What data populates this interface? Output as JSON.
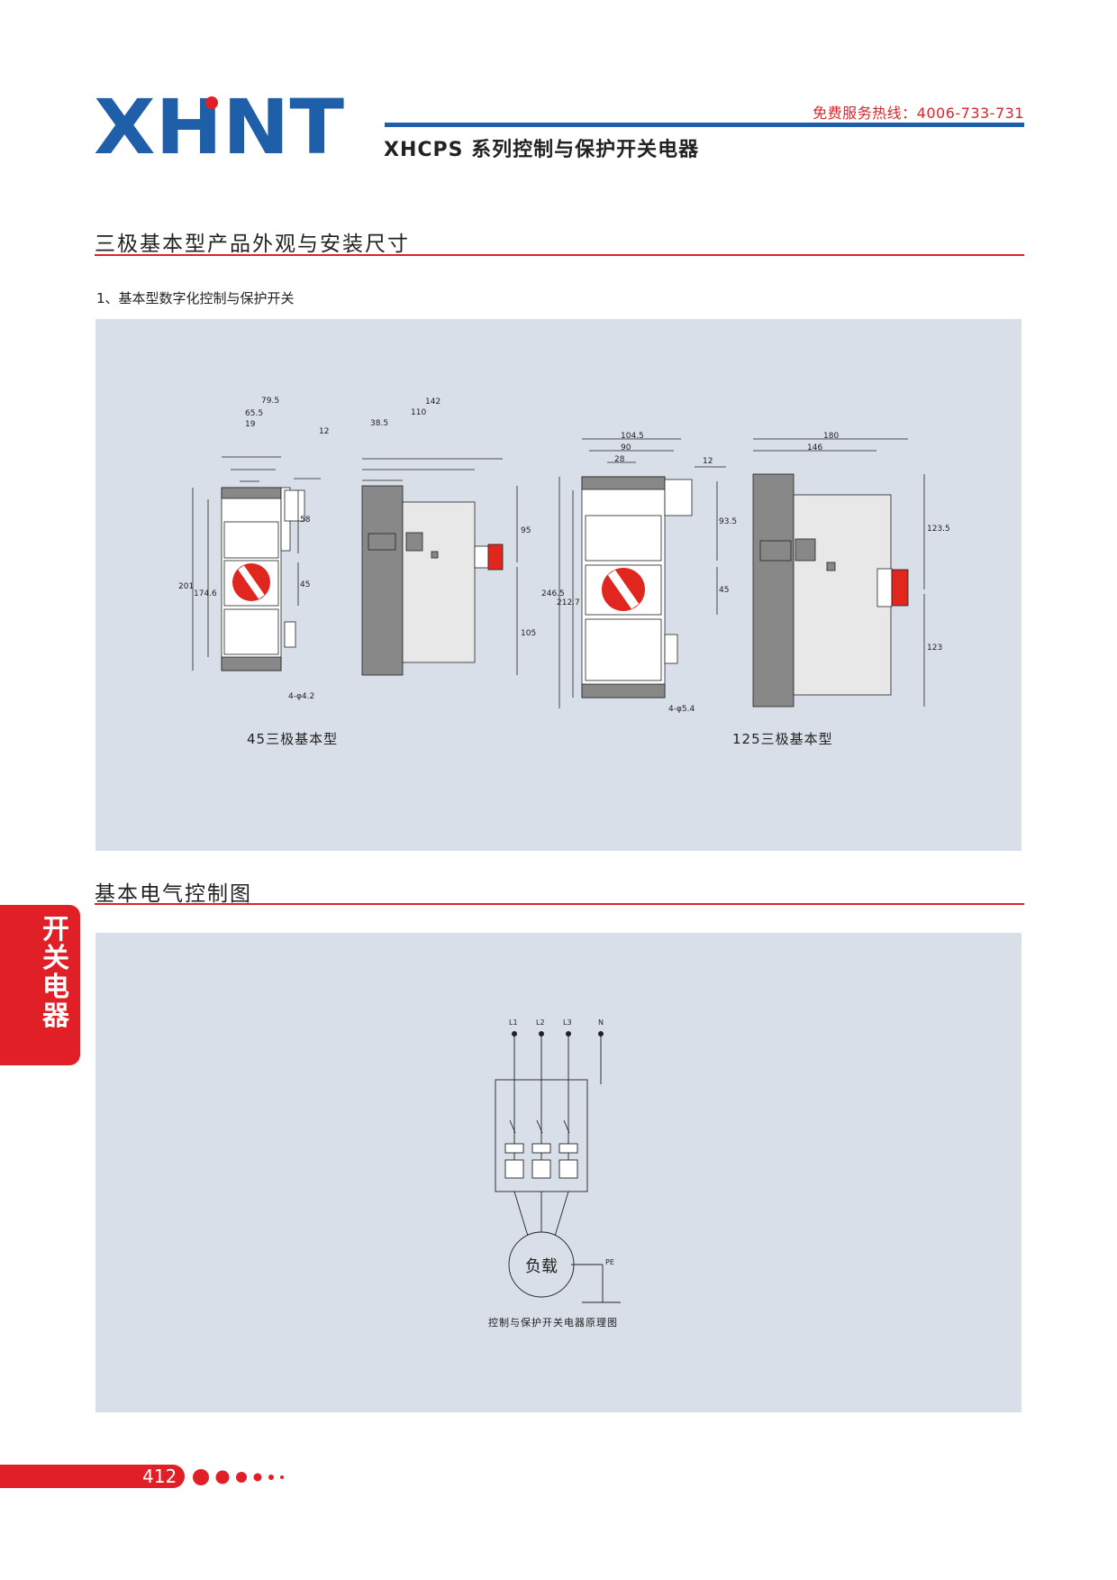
{
  "header": {
    "logo_text": "XHNT",
    "hotline": "免费服务热线：4006-733-731",
    "doc_title": "XHCPS  系列控制与保护开关电器"
  },
  "section1": {
    "title": "三极基本型产品外观与安装尺寸",
    "subtitle": "1、基本型数字化控制与保护开关",
    "left_caption": "45三极基本型",
    "right_caption": "125三极基本型",
    "dims_45": {
      "top": [
        "79.5",
        "65.5",
        "19",
        "12"
      ],
      "side_top": [
        "142",
        "110",
        "38.5"
      ],
      "vertical": [
        "201",
        "174.6",
        "58",
        "45",
        "95",
        "105"
      ],
      "hole": "4-φ4.2"
    },
    "dims_125": {
      "top": [
        "104.5",
        "90",
        "28",
        "12"
      ],
      "side_top": [
        "180",
        "146"
      ],
      "vertical": [
        "246.5",
        "212.7",
        "93.5",
        "45",
        "123.5",
        "123"
      ],
      "hole": "4-φ5.4"
    }
  },
  "section2": {
    "title": "基本电气控制图",
    "labels": [
      "L1",
      "L2",
      "L3",
      "N"
    ],
    "load": "负载",
    "pe": "PE",
    "caption": "控制与保护开关电器原理图"
  },
  "side_tab": "开关电器",
  "footer": {
    "page": "412"
  },
  "colors": {
    "brand_blue": "#1f5ea8",
    "accent_red": "#d9252b",
    "panel": "#d9dfe8"
  }
}
